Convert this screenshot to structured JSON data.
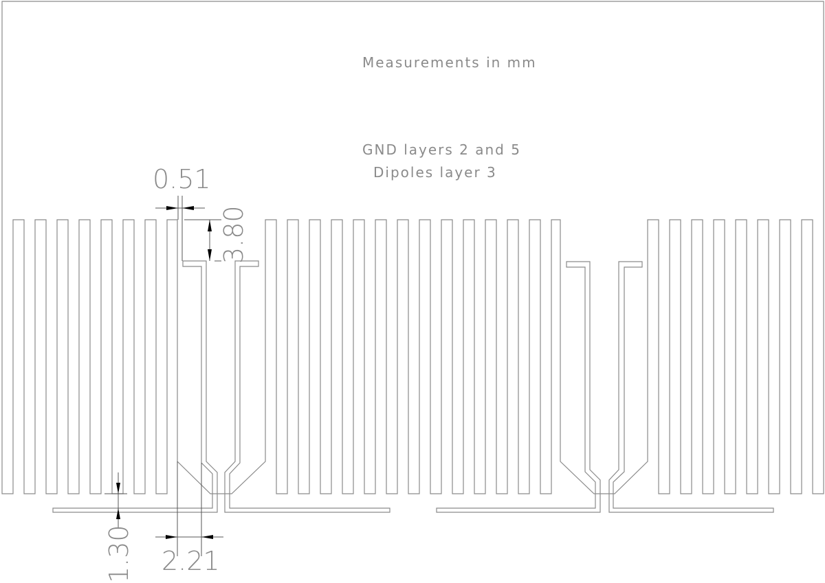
{
  "notes": {
    "units": "Measurements in mm",
    "layers_line1": "GND layers 2 and 5",
    "layers_line2": "Dipoles layer 3"
  },
  "dimensions": {
    "gap_width": "0.51",
    "dipole_offset": "3.80",
    "feed_spacing": "1.30",
    "feed_width": "2.21"
  },
  "colors": {
    "line": "#8a8a8a",
    "dimension_line": "#555555",
    "background": "#ffffff"
  }
}
